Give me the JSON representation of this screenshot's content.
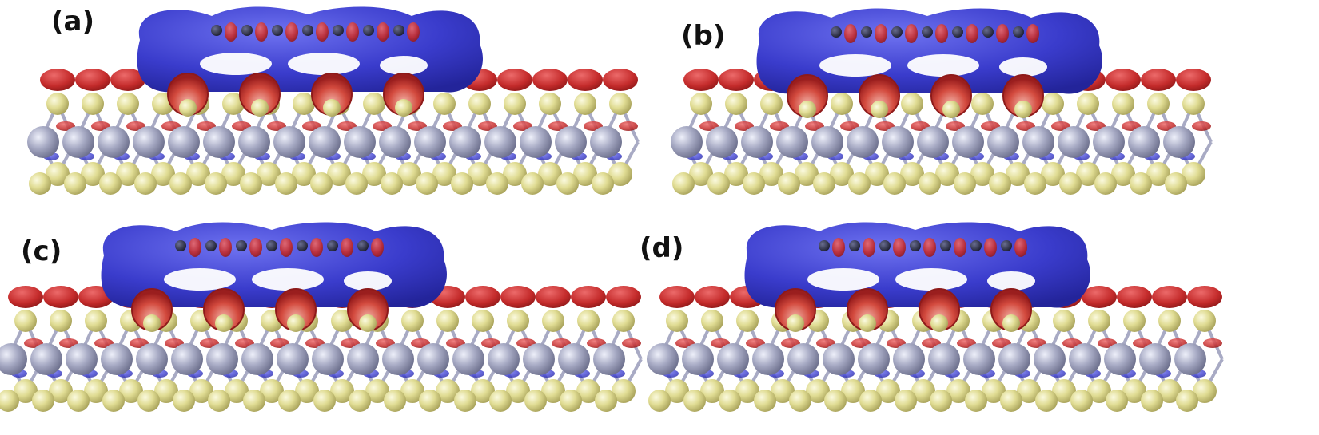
{
  "panels": [
    {
      "id": "a",
      "label": "(a)"
    },
    {
      "id": "b",
      "label": "(b)"
    },
    {
      "id": "c",
      "label": "(c)"
    },
    {
      "id": "d",
      "label": "(d)"
    }
  ],
  "colors": {
    "electron_accumulation": "#3a3ccc",
    "electron_depletion": "#c42b2b",
    "sulfur_atom": "#d9d58a",
    "metal_atom": "#9a9db8",
    "carbon_atom": "#2a2d44",
    "bond": "#a8aac4"
  }
}
